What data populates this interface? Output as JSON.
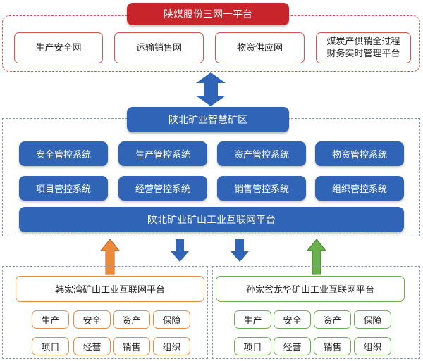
{
  "top": {
    "title": "陕煤股份三网一平台",
    "items": [
      "生产安全网",
      "运输销售网",
      "物资供应网"
    ],
    "item4_line1": "煤炭产供销全过程",
    "item4_line2": "财务实时管理平台"
  },
  "middle": {
    "title": "陕北矿业智慧矿区",
    "systems": [
      "安全管控系统",
      "生产管控系统",
      "资产管控系统",
      "物资管控系统",
      "项目管控系统",
      "经营管控系统",
      "销售管控系统",
      "组织管控系统"
    ],
    "platform": "陕北矿业矿山工业互联网平台"
  },
  "bottom_left": {
    "platform": "韩家湾矿山工业互联网平台",
    "chips": [
      "生产",
      "安全",
      "资产",
      "保障",
      "项目",
      "经营",
      "销售",
      "组织"
    ]
  },
  "bottom_right": {
    "platform": "孙家岔龙华矿山工业互联网平台",
    "chips": [
      "生产",
      "安全",
      "资产",
      "保障",
      "项目",
      "经营",
      "销售",
      "组织"
    ]
  },
  "colors": {
    "red": "#c8242b",
    "blue": "#2f64b7",
    "orange": "#ec8a3c",
    "green": "#6ab04c"
  }
}
